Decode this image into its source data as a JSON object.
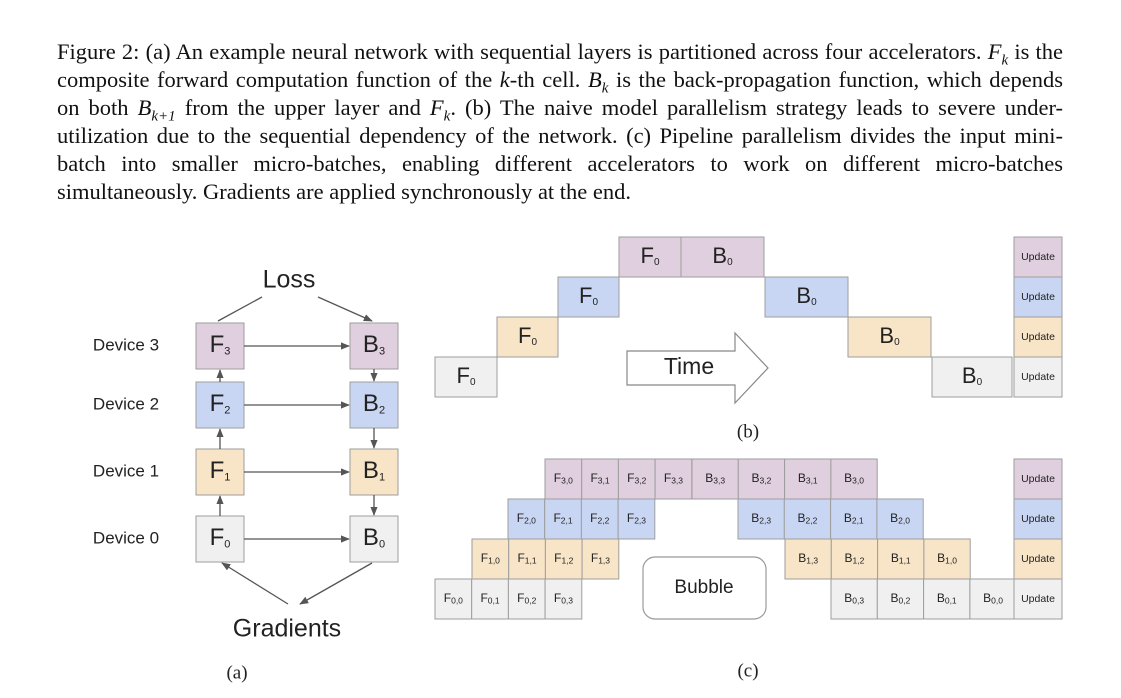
{
  "caption": {
    "label": "Figure 2:",
    "sentence1": "(a) An example neural network with sequential layers is partitioned across four accelerators.",
    "f_sym": "F",
    "sub_k": "k",
    "sent2_a": "is the composite forward computation function of the",
    "k_sym": "k",
    "sent2_b": "-th cell.",
    "b_sym": "B",
    "sent3_a": "is the back-propagation function, which depends on both",
    "sub_k1": "k+1",
    "sent3_b": "from the upper layer and",
    "sent3_c": ". (b) The naive model parallelism strategy leads to severe under-utilization due to the sequential dependency of the network. (c) Pipeline parallelism divides the input mini-batch into smaller micro-batches, enabling different accelerators to work on different micro-batches simultaneously. Gradients are applied synchronously at the end."
  },
  "panel_a": {
    "loss_label": "Loss",
    "gradients_label": "Gradients",
    "caption_label": "(a)",
    "devices": [
      "Device 3",
      "Device 2",
      "Device 1",
      "Device 0"
    ],
    "forward": [
      "F3",
      "F2",
      "F1",
      "F0"
    ],
    "backward": [
      "B3",
      "B2",
      "B1",
      "B0"
    ],
    "colors": [
      "#e0cfde",
      "#c9d6f3",
      "#f8e4c6",
      "#f0f0f0"
    ]
  },
  "panel_b": {
    "caption_label": "(b)",
    "time_label": "Time",
    "update_label": "Update",
    "forward_label": "F0",
    "backward_label": "B0"
  },
  "panel_c": {
    "caption_label": "(c)",
    "bubble_label": "Bubble",
    "update_label": "Update",
    "rows": [
      {
        "forward": [
          "F3,0",
          "F3,1",
          "F3,2",
          "F3,3"
        ],
        "backward": [
          "B3,3",
          "B3,2",
          "B3,1",
          "B3,0"
        ]
      },
      {
        "forward": [
          "F2,0",
          "F2,1",
          "F2,2",
          "F2,3"
        ],
        "backward": [
          "B2,3",
          "B2,2",
          "B2,1",
          "B2,0"
        ]
      },
      {
        "forward": [
          "F1,0",
          "F1,1",
          "F1,2",
          "F1,3"
        ],
        "backward": [
          "B1,3",
          "B1,2",
          "B1,1",
          "B1,0"
        ]
      },
      {
        "forward": [
          "F0,0",
          "F0,1",
          "F0,2",
          "F0,3"
        ],
        "backward": [
          "B0,3",
          "B0,2",
          "B0,1",
          "B0,0"
        ]
      }
    ]
  }
}
